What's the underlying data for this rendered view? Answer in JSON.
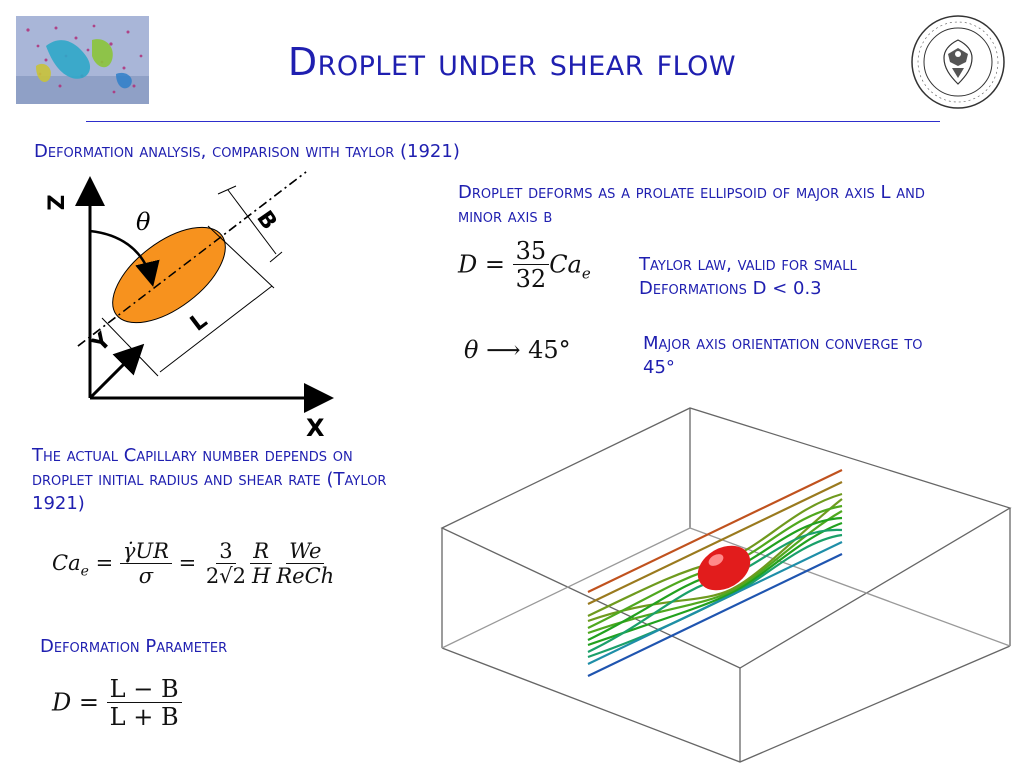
{
  "header": {
    "title": "Droplet under shear flow",
    "logo_left_label": "simulation-thumbnail",
    "logo_right_label": "university-seal"
  },
  "section_heading": "Deformation analysis, comparison with taylor (1921)",
  "diagram": {
    "axis_z": "Z",
    "axis_x": "X",
    "axis_y": "Y",
    "angle": "θ",
    "major_axis": "L",
    "minor_axis": "B",
    "droplet_color": "#f7921e"
  },
  "ellipsoid_text": "Droplet deforms as a prolate ellipsoid of major axis L and minor axis b",
  "taylor_law": {
    "formula": {
      "lhs": "D",
      "eq": "=",
      "num": "35",
      "den": "32",
      "rhs": "Ca",
      "sub": "e"
    },
    "text": "Taylor law, valid for small Deformations D < 0.3"
  },
  "orientation": {
    "formula": {
      "lhs": "θ",
      "arrow": "⟶",
      "rhs": "45°"
    },
    "text": "Major axis orientation converge  to 45°"
  },
  "capillary": {
    "text": "The actual Capillary number depends on  droplet initial radius and shear rate (Taylor 1921)",
    "formula": {
      "lhs": "Ca",
      "sub": "e",
      "eq1": "=",
      "f1_num": "γ̇UR",
      "f1_den": "σ",
      "eq2": "=",
      "f2_num": "3",
      "f2_den": "2√2",
      "f3_num": "R",
      "f3_den": "H",
      "f4_num": "We",
      "f4_den": "ReCh"
    }
  },
  "deformation_param": {
    "heading": "Deformation Parameter",
    "formula": {
      "lhs": "D",
      "eq": "=",
      "num": "L − B",
      "den": "L + B"
    }
  },
  "colors": {
    "text_blue": "#1f1fb0",
    "droplet_red": "#e21c1c",
    "streamline_colors": [
      "#c0521e",
      "#9a7a1e",
      "#6f9a1e",
      "#4fa81e",
      "#22a11e",
      "#1aa06a",
      "#1e8ea8",
      "#1f55b0"
    ]
  }
}
